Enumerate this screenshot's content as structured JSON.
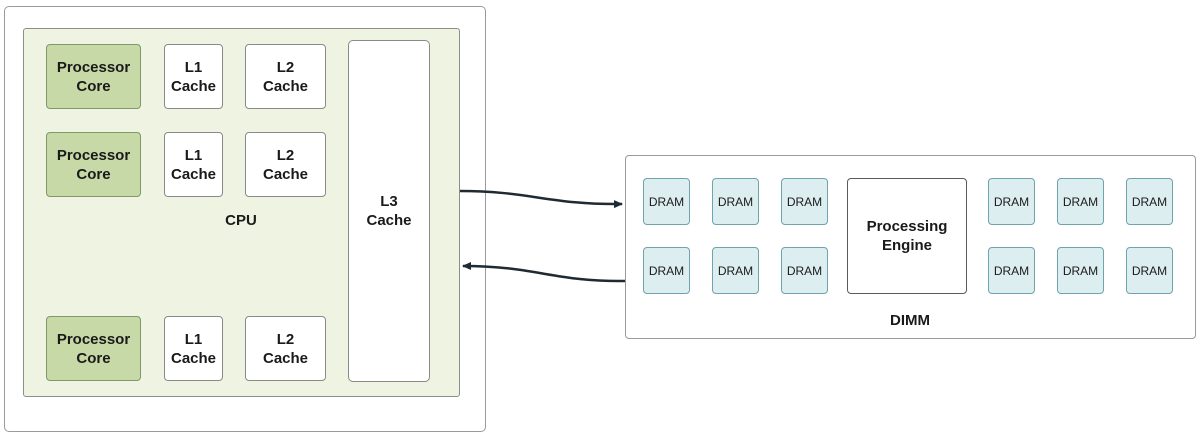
{
  "cpu": {
    "label": "CPU",
    "rows": [
      {
        "core": "Processor\nCore",
        "l1": "L1\nCache",
        "l2": "L2\nCache"
      },
      {
        "core": "Processor\nCore",
        "l1": "L1\nCache",
        "l2": "L2\nCache"
      },
      {
        "core": "Processor\nCore",
        "l1": "L1\nCache",
        "l2": "L2\nCache"
      }
    ],
    "l3": "L3\nCache"
  },
  "dimm": {
    "label": "DIMM",
    "engine": "Processing\nEngine",
    "dram_label": "DRAM"
  },
  "colors": {
    "core_fill": "#c7d9a6",
    "cpu_fill": "#eef3e2",
    "dram_fill": "#ddeef0",
    "arrow": "#1f2a33"
  }
}
